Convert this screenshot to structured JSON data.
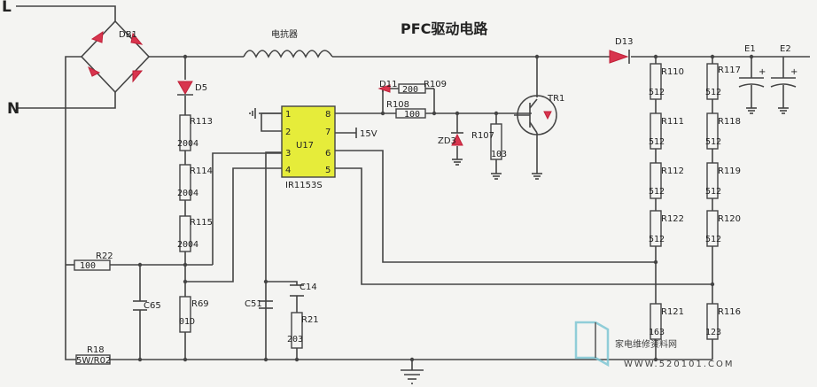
{
  "title": "PFC驱动电路",
  "lines": {
    "L": "L",
    "N": "N"
  },
  "bridge": {
    "label": "DB1"
  },
  "inductor": {
    "label": "电抗器"
  },
  "ic": {
    "name": "U17",
    "part": "IR1153S",
    "pins_left": [
      "1",
      "2",
      "3",
      "4"
    ],
    "pins_right": [
      "8",
      "7",
      "6",
      "5"
    ],
    "supply": "15V"
  },
  "components": {
    "D5": "D5",
    "D11": "D11",
    "D13": "D13",
    "ZD3": "ZD3",
    "TR1": "TR1",
    "R113": {
      "name": "R113",
      "value": "2004"
    },
    "R114": {
      "name": "R114",
      "value": "2004"
    },
    "R115": {
      "name": "R115",
      "value": "2004"
    },
    "R69": {
      "name": "R69",
      "value": "01D"
    },
    "R22": {
      "name": "R22",
      "value": "100"
    },
    "R18": {
      "name": "R18",
      "value": "5W/R02"
    },
    "R109": {
      "name": "R109",
      "value": "200"
    },
    "R108": {
      "name": "R108",
      "value": "100"
    },
    "R107": {
      "name": "R107",
      "value": "103"
    },
    "R21": {
      "name": "R21",
      "value": "203"
    },
    "R110": {
      "name": "R110",
      "value": "512"
    },
    "R111": {
      "name": "R111",
      "value": "512"
    },
    "R112": {
      "name": "R112",
      "value": "512"
    },
    "R122": {
      "name": "R122",
      "value": "512"
    },
    "R121": {
      "name": "R121",
      "value": "163"
    },
    "R117": {
      "name": "R117",
      "value": "512"
    },
    "R118": {
      "name": "R118",
      "value": "512"
    },
    "R119": {
      "name": "R119",
      "value": "512"
    },
    "R120": {
      "name": "R120",
      "value": "512"
    },
    "R116": {
      "name": "R116",
      "value": "123"
    },
    "C65": "C65",
    "C51": "C51",
    "C14": "C14",
    "E1": "E1",
    "E2": "E2"
  },
  "watermark": {
    "text": "家电维修资料网",
    "url": "WWW.520101.COM"
  },
  "colors": {
    "wire": "#444444",
    "diode": "#d8354e",
    "ic_fill": "#e6ec3a",
    "watermark": "#7fc7d4"
  }
}
